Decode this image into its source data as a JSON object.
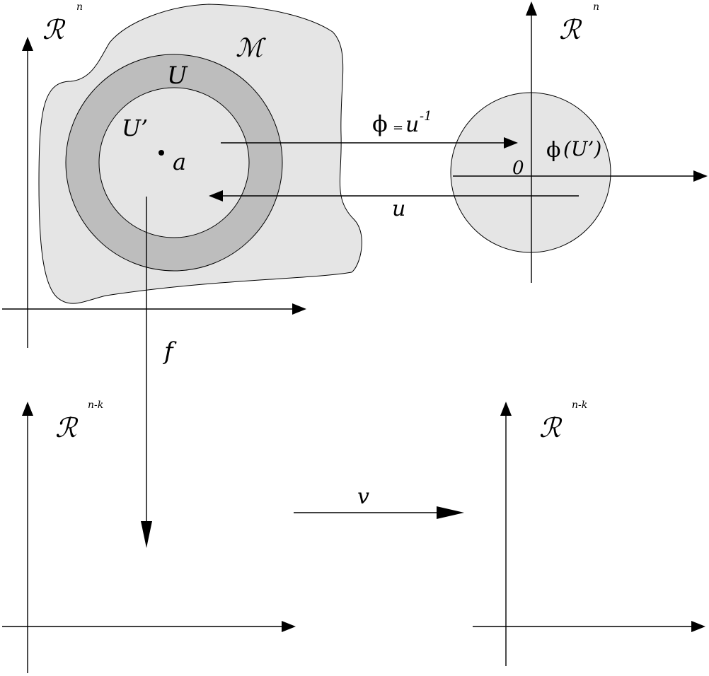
{
  "labels": {
    "R": "ℛ",
    "n": "n",
    "nk": "n-k",
    "M": "ℳ",
    "U": "U",
    "Uprime": "U’",
    "a": "a",
    "phi": "ϕ",
    "eq": "=",
    "u": "u",
    "inv": "-1",
    "zero": "0",
    "phiU_open": "(U’)",
    "f": "f",
    "v": "v"
  },
  "colors": {
    "manifold_fill": "#e5e5e5",
    "annulus_fill": "#bdbdbd",
    "inner_fill": "#e5e5e5",
    "chart_disk_fill": "#e5e5e5",
    "stroke": "#000000"
  }
}
